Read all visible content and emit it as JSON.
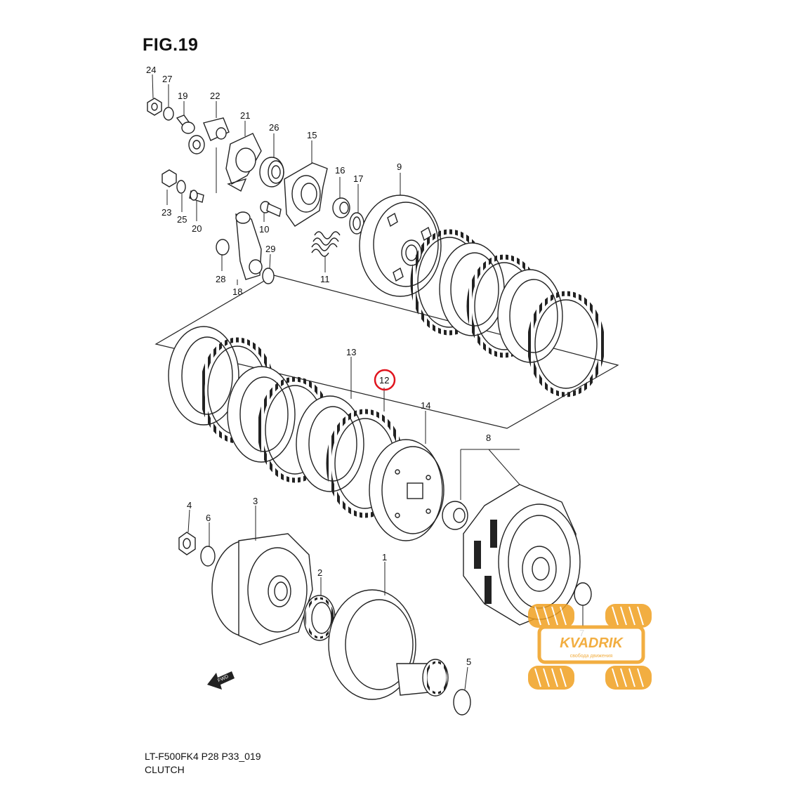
{
  "figure": {
    "title": "FIG.19",
    "code": "LT-F500FK4 P28 P33_019",
    "name": "CLUTCH"
  },
  "callouts": {
    "c1": "1",
    "c2": "2",
    "c3": "3",
    "c4": "4",
    "c5": "5",
    "c6": "6",
    "c7": "7",
    "c8": "8",
    "c9": "9",
    "c10": "10",
    "c11": "11",
    "c12": "12",
    "c13": "13",
    "c14": "14",
    "c15": "15",
    "c16": "16",
    "c17": "17",
    "c18": "18",
    "c19": "19",
    "c20": "20",
    "c21": "21",
    "c22": "22",
    "c23": "23",
    "c24": "24",
    "c25": "25",
    "c26": "26",
    "c27": "27",
    "c28": "28",
    "c29": "29"
  },
  "highlight": {
    "part": "12",
    "color": "#e0141e"
  },
  "fwd_arrow": {
    "label": "FWD"
  },
  "watermark": {
    "brand": "KVADRIK",
    "tagline": "свобода движения",
    "color": "#f0a020"
  }
}
